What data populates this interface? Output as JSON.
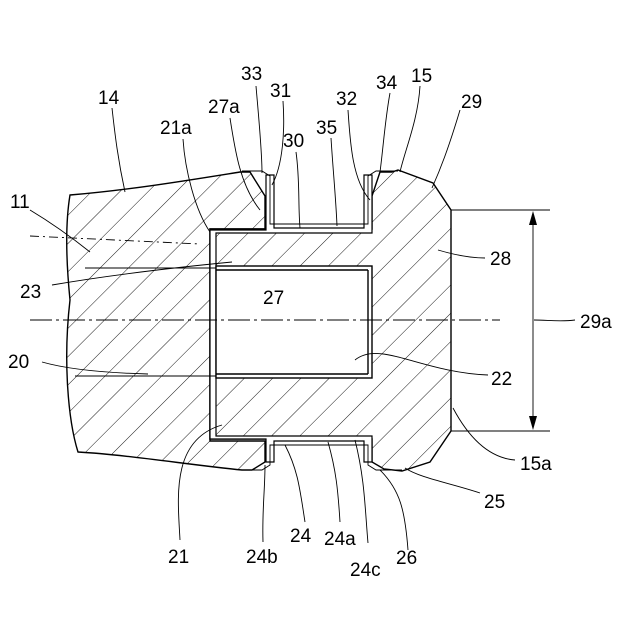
{
  "figure": {
    "labels": {
      "l14": "14",
      "l11": "11",
      "l23": "23",
      "l20": "20",
      "l21": "21",
      "l21a": "21a",
      "l27a": "27a",
      "l33": "33",
      "l31": "31",
      "l30": "30",
      "l35": "35",
      "l32": "32",
      "l34": "34",
      "l15": "15",
      "l29": "29",
      "l28": "28",
      "l27": "27",
      "l22": "22",
      "l29a": "29a",
      "l15a": "15a",
      "l25": "25",
      "l26": "26",
      "l24c": "24c",
      "l24a": "24a",
      "l24": "24",
      "l24b": "24b"
    }
  }
}
